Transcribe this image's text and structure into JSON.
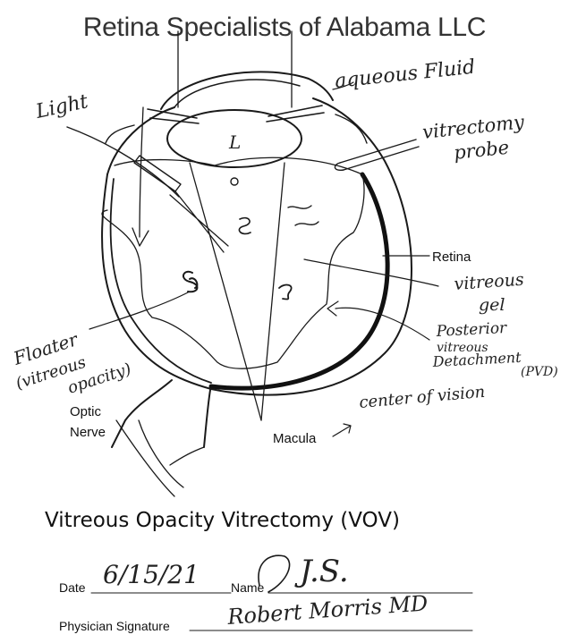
{
  "header": {
    "title": "Retina Specialists of Alabama LLC"
  },
  "labels": {
    "light": "Light",
    "aqueous_fluid": "aqueous Fluid",
    "vitrectomy_probe_1": "vitrectomy",
    "vitrectomy_probe_2": "probe",
    "lens": "L",
    "retina": "Retina",
    "vitreous_gel_1": "vitreous",
    "vitreous_gel_2": "gel",
    "pvd_1": "Posterior",
    "pvd_2": "vitreous",
    "pvd_3": "Detachment",
    "pvd_4": "(PVD)",
    "floater_1": "Floater",
    "floater_2": "(vitreous",
    "floater_3": "opacity)",
    "optic_1": "Optic",
    "optic_2": "Nerve",
    "macula": "Macula",
    "center_vision": "center of vision"
  },
  "procedure": {
    "title": "Vitreous Opacity Vitrectomy (VOV)"
  },
  "form": {
    "date_label": "Date",
    "date_value": "6/15/21",
    "name_label": "Name",
    "name_value": "J.S.",
    "signature_label": "Physician Signature",
    "signature_value": "Robert Morris MD"
  }
}
